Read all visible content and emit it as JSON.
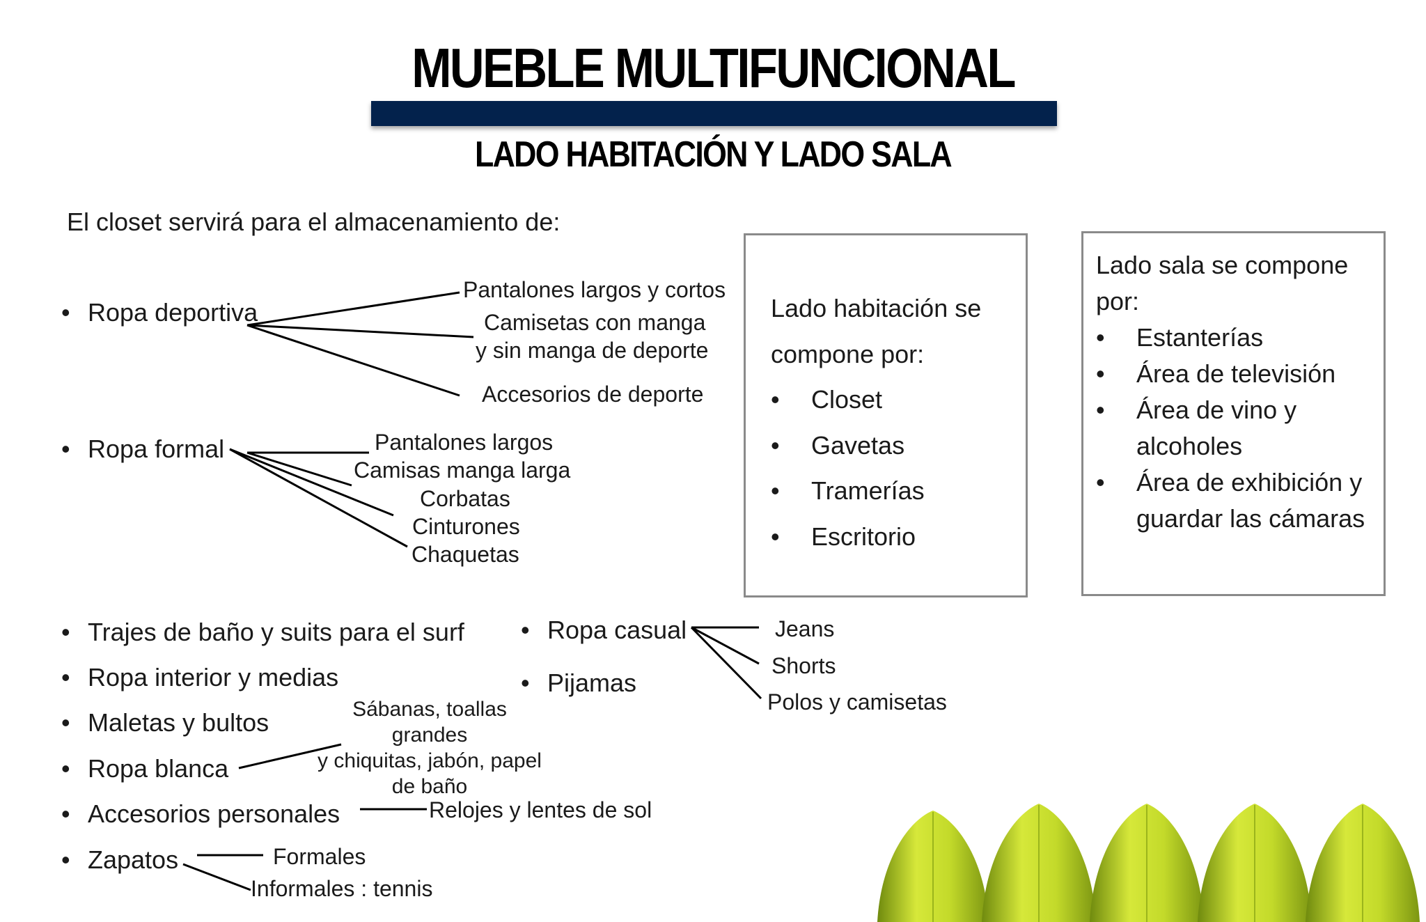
{
  "title": "MUEBLE MULTIFUNCIONAL",
  "subtitle": "LADO HABITACIÓN Y LADO SALA",
  "intro": "El closet servirá para el almacenamiento de:",
  "deportiva": {
    "label": "Ropa deportiva",
    "items": [
      "Pantalones largos y cortos",
      "Camisetas con manga",
      "y sin manga de deporte",
      "Accesorios de deporte"
    ]
  },
  "formal": {
    "label": "Ropa formal",
    "items": [
      "Pantalones largos",
      "Camisas manga larga",
      "Corbatas",
      "Cinturones",
      "Chaquetas"
    ]
  },
  "others": [
    "Trajes de baño y suits para el surf",
    "Ropa interior y medias",
    "Maletas y bultos",
    "Ropa blanca",
    "Accesorios personales",
    "Zapatos"
  ],
  "blanca_items": [
    "Sábanas, toallas",
    "grandes",
    "y chiquitas, jabón, papel",
    "de baño"
  ],
  "accesorios_item": "Relojes y lentes de sol",
  "zapatos_items": [
    "Formales",
    "Informales : tennis"
  ],
  "casual": {
    "label": "Ropa casual",
    "items": [
      "Jeans",
      "Shorts",
      "Polos y camisetas"
    ]
  },
  "pijamas": "Pijamas",
  "habitacion": {
    "heading1": "Lado habitación se",
    "heading2": "compone por:",
    "items": [
      "Closet",
      "Gavetas",
      "Tramerías",
      "Escritorio"
    ]
  },
  "sala": {
    "heading1": "Lado sala se compone",
    "heading2": "por:",
    "items": [
      "Estanterías",
      "Área de televisión",
      "Área de vino y alcoholes",
      "Área de exhibición y guardar las cámaras"
    ]
  },
  "colors": {
    "bar": "#03224c",
    "leaf": "#c6dc2c",
    "leaf_dark": "#6f8a0e"
  }
}
